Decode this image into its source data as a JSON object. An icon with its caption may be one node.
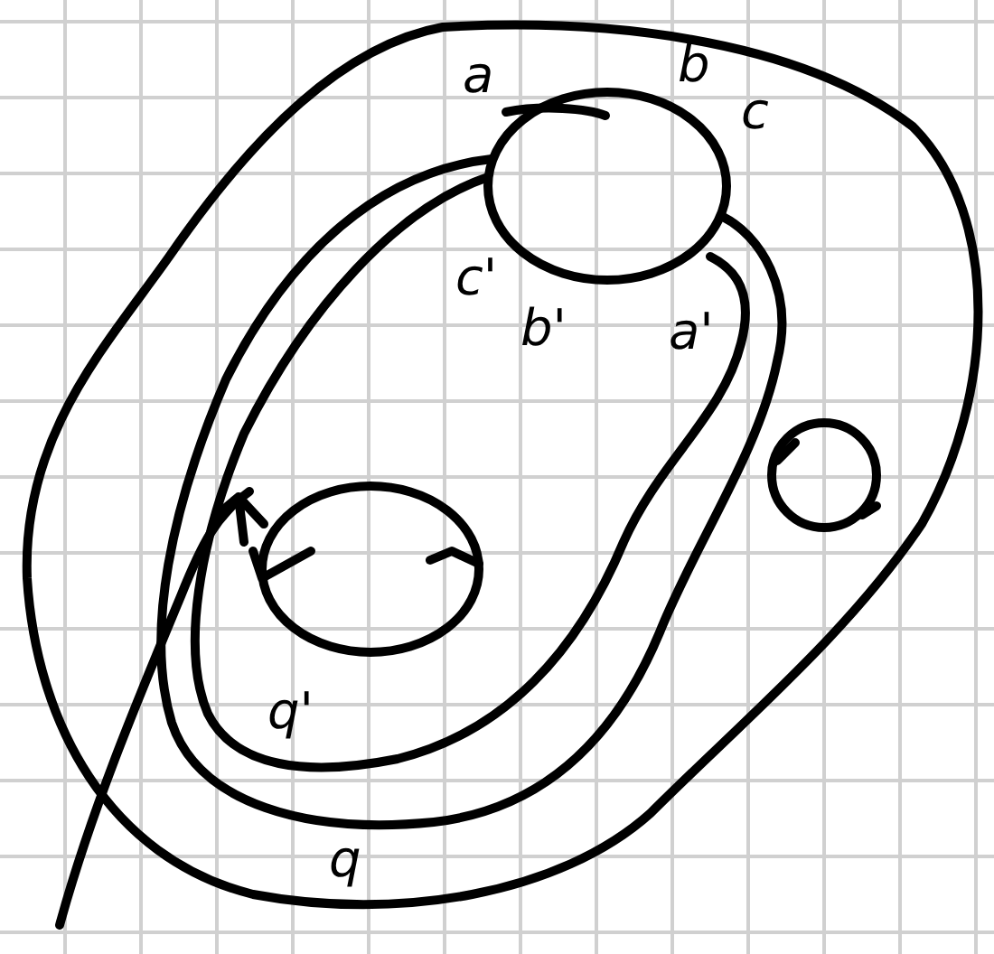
{
  "diagram": {
    "labels": [
      "a",
      "b",
      "c",
      "c'",
      "b'",
      "a'",
      "q'",
      "q"
    ]
  }
}
